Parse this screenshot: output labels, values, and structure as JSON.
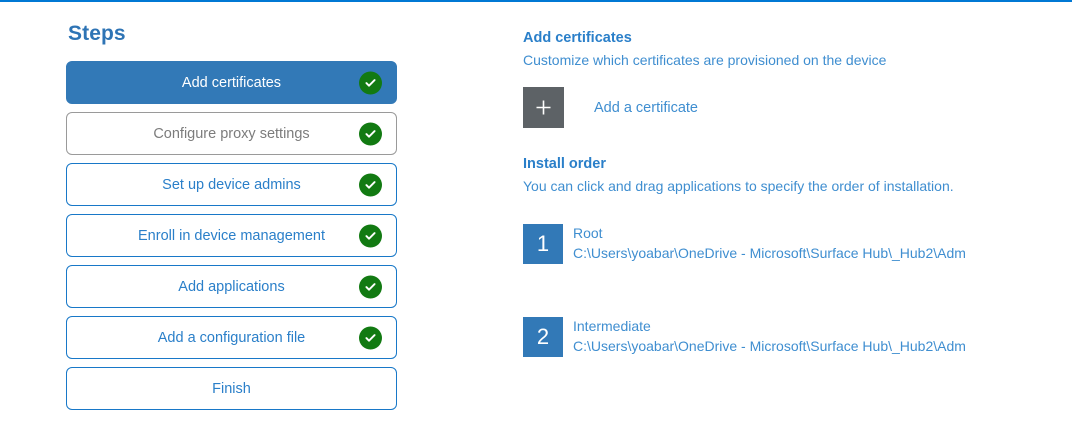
{
  "theme": {
    "accent_blue": "#0078d4",
    "step_active_blue": "#3279b7",
    "link_blue": "#3f8ed0",
    "heading_blue": "#2e74b5",
    "check_green": "#127a12",
    "tile_gray": "#5d6266"
  },
  "steps_panel": {
    "title": "Steps",
    "items": [
      {
        "label": "Add certificates",
        "state": "active",
        "completed": true
      },
      {
        "label": "Configure proxy settings",
        "state": "muted",
        "completed": true
      },
      {
        "label": "Set up device admins",
        "state": "default",
        "completed": true
      },
      {
        "label": "Enroll in device management",
        "state": "default",
        "completed": true
      },
      {
        "label": "Add applications",
        "state": "default",
        "completed": true
      },
      {
        "label": "Add a configuration file",
        "state": "default",
        "completed": true
      },
      {
        "label": "Finish",
        "state": "default",
        "completed": false
      }
    ]
  },
  "detail": {
    "heading": "Add certificates",
    "subheading": "Customize which certificates are provisioned on the device",
    "add_certificate_label": "Add a certificate",
    "plus_icon": "plus-icon",
    "install_order": {
      "heading": "Install order",
      "subheading": "You can click and drag applications to specify the order of installation.",
      "items": [
        {
          "number": "1",
          "name": "Root",
          "path": "C:\\Users\\yoabar\\OneDrive - Microsoft\\Surface Hub\\_Hub2\\Adm"
        },
        {
          "number": "2",
          "name": "Intermediate",
          "path": "C:\\Users\\yoabar\\OneDrive - Microsoft\\Surface Hub\\_Hub2\\Adm"
        }
      ]
    }
  }
}
